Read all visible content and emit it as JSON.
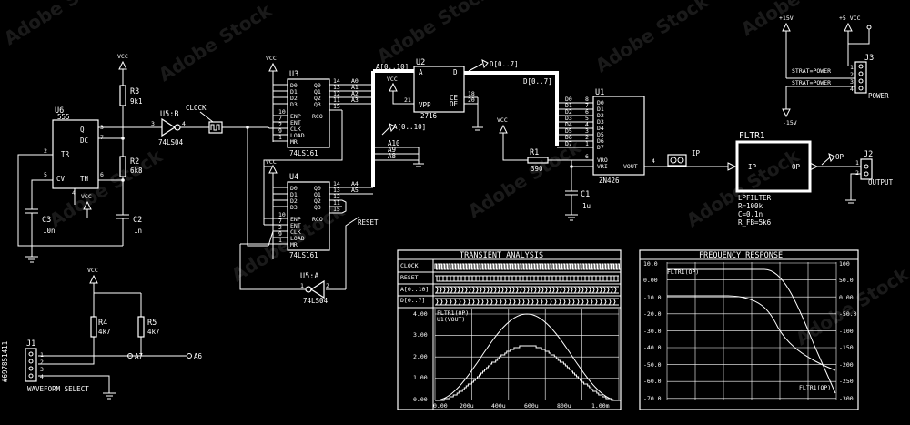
{
  "components": {
    "u6": {
      "ref": "U6",
      "part": "555",
      "pins": [
        "TR",
        "Q",
        "DC",
        "CV",
        "TH"
      ],
      "pin_numbers": [
        "2",
        "3",
        "7",
        "5",
        "6",
        "4"
      ]
    },
    "r3": {
      "ref": "R3",
      "value": "9k1"
    },
    "r2": {
      "ref": "R2",
      "value": "6k8"
    },
    "c3": {
      "ref": "C3",
      "value": "10n"
    },
    "c2": {
      "ref": "C2",
      "value": "1n"
    },
    "u5b": {
      "ref": "U5:B",
      "part": "74LS04",
      "pin_in": "3",
      "pin_out": "4"
    },
    "u5a": {
      "ref": "U5:A",
      "part": "74LS04",
      "pin_in": "2",
      "pin_out": "1"
    },
    "u3": {
      "ref": "U3",
      "part": "74LS161",
      "pins_left": [
        "D0",
        "D1",
        "D2",
        "D3",
        "ENP",
        "ENT",
        "CLK",
        "LOAD",
        "MR"
      ],
      "pins_right": [
        "Q0",
        "Q1",
        "Q2",
        "Q3",
        "RCO"
      ],
      "out_nums": [
        "14",
        "13",
        "12",
        "11",
        "15"
      ],
      "bus_labels": [
        "A0",
        "A1",
        "A2",
        "A3"
      ],
      "left_nums": [
        "10",
        "7",
        "2",
        "9",
        "1"
      ]
    },
    "u4": {
      "ref": "U4",
      "part": "74LS161",
      "pins_left": [
        "D0",
        "D1",
        "D2",
        "D3",
        "ENP",
        "ENT",
        "CLK",
        "LOAD",
        "MR"
      ],
      "pins_right": [
        "Q0",
        "Q1",
        "Q2",
        "Q3",
        "RCO"
      ],
      "out_nums": [
        "14",
        "13",
        "12",
        "11",
        "15"
      ],
      "bus_labels": [
        "A4",
        "A5"
      ],
      "left_nums": [
        "10",
        "7",
        "2",
        "9",
        "1"
      ]
    },
    "u2": {
      "ref": "U2",
      "part": "2716",
      "pins": [
        "A",
        "D",
        "VPP",
        "CE",
        "OE"
      ],
      "pin_numbers": [
        "21",
        "18",
        "20"
      ]
    },
    "u1": {
      "ref": "U1",
      "part": "ZN426",
      "pins": [
        "D0",
        "D1",
        "D2",
        "D3",
        "D4",
        "D5",
        "D6",
        "D7",
        "VRO",
        "VRI",
        "VOUT"
      ],
      "pin_numbers": [
        "6",
        "4"
      ],
      "in_nums": [
        "8",
        "7",
        "6",
        "5",
        "4",
        "3",
        "2",
        "1"
      ]
    },
    "r1": {
      "ref": "R1",
      "value": "390"
    },
    "c1": {
      "ref": "C1",
      "value": "1u"
    },
    "r4": {
      "ref": "R4",
      "value": "4k7"
    },
    "r5": {
      "ref": "R5",
      "value": "4k7"
    },
    "j1": {
      "ref": "J1",
      "caption": "WAVEFORM SELECT",
      "pins": [
        "1",
        "2",
        "3",
        "4"
      ]
    },
    "j2": {
      "ref": "J2",
      "caption": "OUTPUT",
      "pins": [
        "1",
        "2"
      ]
    },
    "j3": {
      "ref": "J3",
      "caption": "POWER",
      "pins": [
        "1",
        "2",
        "3",
        "4"
      ]
    },
    "fltr1": {
      "ref": "FLTR1",
      "in": "IP",
      "out": "OP",
      "spec": [
        "LPFILTER",
        "R=100k",
        "C=0.1n",
        "R_FB=5k6"
      ]
    }
  },
  "nets": {
    "vcc": "VCC",
    "clock": "CLOCK",
    "reset": "RESET",
    "ip": "IP",
    "op": "OP",
    "a_bus": "A[0..10]",
    "d_bus": "D[0..7]",
    "a_bus2": "A[0..10]",
    "a10": "A10",
    "a9": "A9",
    "a8": "A8",
    "a7": "A7",
    "a6": "A6",
    "plus15": "+15V",
    "plus5": "+5 VCC",
    "minus15": "-15V",
    "strat1": "STRAT=POWER",
    "strat2": "STRAT=POWER"
  },
  "transient": {
    "title": "TRANSIENT ANALYSIS",
    "digital_rows": [
      "CLOCK",
      "RESET",
      "A[0..10]",
      "D[0..7]"
    ],
    "legend": [
      "FLTR1(OP)",
      "U1(VOUT)"
    ],
    "y_ticks": [
      "4.00",
      "3.00",
      "2.00",
      "1.00",
      "0.00"
    ],
    "x_ticks": [
      "0.00",
      "200u",
      "400u",
      "600u",
      "800u",
      "1.00m"
    ]
  },
  "frequency": {
    "title": "FREQUENCY RESPONSE",
    "legend_top": "FLTR1(OP)",
    "legend_bottom": "FLTR1(OP)",
    "y_left": [
      "10.0",
      "0.00",
      "-10.0",
      "-20.0",
      "-30.0",
      "-40.0",
      "-50.0",
      "-60.0",
      "-70.0"
    ],
    "y_right": [
      "100",
      "50.0",
      "0.00",
      "-50.0",
      "-100",
      "-150",
      "-200",
      "-250",
      "-300"
    ]
  },
  "stock": {
    "watermark": "Adobe Stock",
    "id": "#697851411"
  }
}
